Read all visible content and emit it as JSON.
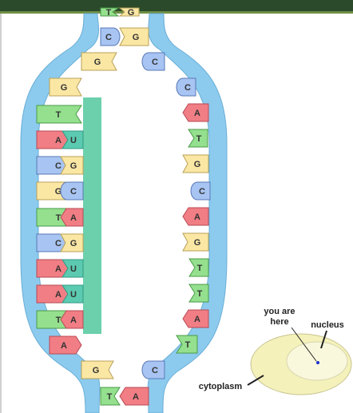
{
  "colors": {
    "header": "#2b4a2b",
    "header_stripe": "#6f8f45",
    "backbone": "#8ccbee",
    "backbone_edge": "#6aaed6",
    "rna_strand": "#6cd0ac",
    "A": "#f07e84",
    "T": "#94e08e",
    "U": "#5ccab0",
    "G": "#fbe7a4",
    "C": "#a8c4f2",
    "cell_body": "#f4f1ba",
    "nucleus": "#f9f8dc"
  },
  "left_bases": [
    "T",
    "C",
    "G",
    "G",
    "T",
    "A",
    "C",
    "G",
    "T",
    "C",
    "A",
    "A",
    "T",
    "A",
    "G",
    "T"
  ],
  "right_bases": [
    "G",
    "C",
    "C",
    "A",
    "T",
    "G",
    "C",
    "A",
    "G",
    "T",
    "T",
    "A",
    "T",
    "C",
    "A"
  ],
  "rna_bases": [
    "A",
    "U",
    "G",
    "C",
    "A",
    "G",
    "U",
    "U",
    "A"
  ],
  "cell_map": {
    "you_are_here": "you are\nhere",
    "nucleus": "nucleus",
    "cytoplasm": "cytoplasm"
  }
}
